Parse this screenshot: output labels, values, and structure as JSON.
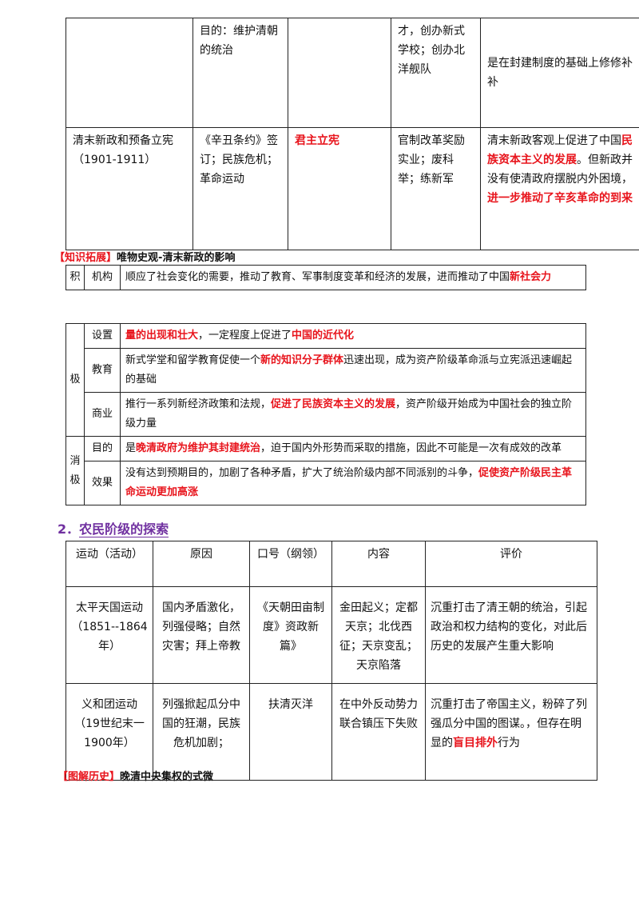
{
  "table1": {
    "row1": {
      "col2": "目的：维护清朝的统治",
      "col4": "才，创办新式学校；创办北洋舰队",
      "col5": "是在封建制度的基础上修修补补"
    },
    "row2": {
      "col1": "清末新政和预备立宪（1901-1911）",
      "col2": "《辛丑条约》签订；民族危机；革命运动",
      "col3": "君主立宪",
      "col4": "官制改革奖励实业；废科举；练新军",
      "col5_a": "清末新政客观上促进了中国",
      "col5_b": "民族资本主义的发展",
      "col5_c": "。但新政并没有使清政府摆脱内外困境，",
      "col5_d": "进一步推动了辛亥革命的到来"
    }
  },
  "label1": {
    "open": "【",
    "text": "知识拓展",
    "close": "】",
    "rest": "唯物史观-清末新政的影响"
  },
  "table2": {
    "a": "积",
    "b": "机构",
    "content_a": "顺应了社会变化的需要，推动了教育、军事制度变革和经济的发展，进而推动了中国",
    "content_b": "新社会力"
  },
  "table3": {
    "group1": "极",
    "row1": {
      "label": "设置",
      "red_a": "量的出现和壮大",
      "text_b": "，一定程度上促进了",
      "red_c": "中国的近代化"
    },
    "row2": {
      "label": "教育",
      "text_a": "新式学堂和留学教育促使一个",
      "red_b": "新的知识分子群体",
      "text_c": "迅速出现，成为资产阶级革命派与立宪派迅速崛起的基础"
    },
    "row3": {
      "label": "商业",
      "text_a": "推行一系列新经济政策和法规，",
      "red_b": "促进了民族资本主义的发展",
      "text_c": "，资产阶级开始成为中国社会的独立阶级力量"
    },
    "group2": "消极",
    "row4": {
      "label": "目的",
      "text_a": "是",
      "red_b": "晚清政府为维护其封建统治",
      "text_c": "，迫于国内外形势而采取的措施，因此不可能是一次有成效的改革"
    },
    "row5": {
      "label": "效果",
      "text_a": "没有达到预期目的，加剧了各种矛盾，扩大了统治阶级内部不同派别的斗争，",
      "red_b": "促使资产阶级民主革命运动更加高涨"
    }
  },
  "heading2": {
    "num": "2．",
    "text": "农民阶级的探索"
  },
  "table4": {
    "headers": [
      "运动（活动）",
      "原因",
      "口号（纲领）",
      "内容",
      "评价"
    ],
    "row1": {
      "c1": "太平天国运动（1851--1864年）",
      "c2": "国内矛盾激化，列强侵略；自然灾害；拜上帝教",
      "c3": "《天朝田亩制度》资政新篇》",
      "c4": "金田起义；定都天京；北伐西征；天京变乱；天京陷落",
      "c5": "沉重打击了清王朝的统治，引起政治和权力结构的变化，对此后历史的发展产生重大影响"
    },
    "row2": {
      "c1": "义和团运动（19世纪末一1900年）",
      "c2": "列强掀起瓜分中国的狂潮，民族危机加剧；",
      "c3": "扶清灭洋",
      "c4": "在中外反动势力联合镇压下失败",
      "c5_a": "沉重打击了帝国主义，粉碎了列强瓜分中国的图谋。，但存在明显的",
      "c5_b": "盲目排外",
      "c5_c": "行为"
    }
  },
  "label2": {
    "open": "【",
    "text": "图解历史",
    "close": "】",
    "rest": "晚清中央集权的式微"
  }
}
